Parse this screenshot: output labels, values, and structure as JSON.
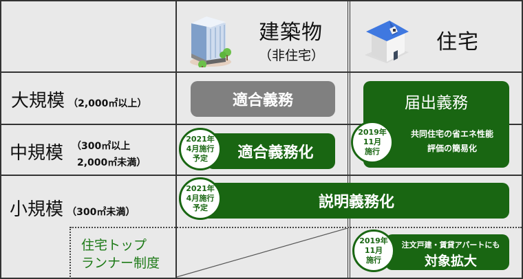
{
  "header": {
    "building": {
      "title": "建築物",
      "subtitle": "（非住宅）",
      "icon": "office-building-icon"
    },
    "housing": {
      "title": "住宅",
      "icon": "house-icon"
    }
  },
  "rows": {
    "large": {
      "title": "大規模",
      "note": "（2,000㎡以上）"
    },
    "medium": {
      "title": "中規模",
      "note_line1": "（300㎡以上",
      "note_line2": "2,000㎡未満）"
    },
    "small": {
      "title": "小規模",
      "note": "（300㎡未満）"
    },
    "top_runner": {
      "line1": "住宅トップ",
      "line2": "ランナー制度"
    }
  },
  "cells": {
    "large_building": {
      "label": "適合義務",
      "color": "#808080"
    },
    "large_housing": {
      "label": "届出義務",
      "detail_line1": "共同住宅の省エネ性能",
      "detail_line2": "評価の簡易化",
      "color": "#196612"
    },
    "medium_building": {
      "label": "適合義務化",
      "color": "#196612"
    },
    "small_all": {
      "label": "説明義務化",
      "color": "#196612"
    },
    "top_runner_housing": {
      "line1": "注文戸建・賃貸アパートにも",
      "line2": "対象拡大",
      "color": "#196612"
    }
  },
  "badges": {
    "medium_building": {
      "line1": "2021年",
      "line2": "4月施行",
      "line3": "予定"
    },
    "housing_large_medium": {
      "line1": "2019年",
      "line2": "11月",
      "line3": "施行"
    },
    "small_all": {
      "line1": "2021年",
      "line2": "4月施行",
      "line3": "予定"
    },
    "top_runner_housing": {
      "line1": "2019年",
      "line2": "11月",
      "line3": "施行"
    }
  },
  "colors": {
    "accent_green": "#196612",
    "gray": "#808080",
    "background": "#e9e9e9"
  }
}
